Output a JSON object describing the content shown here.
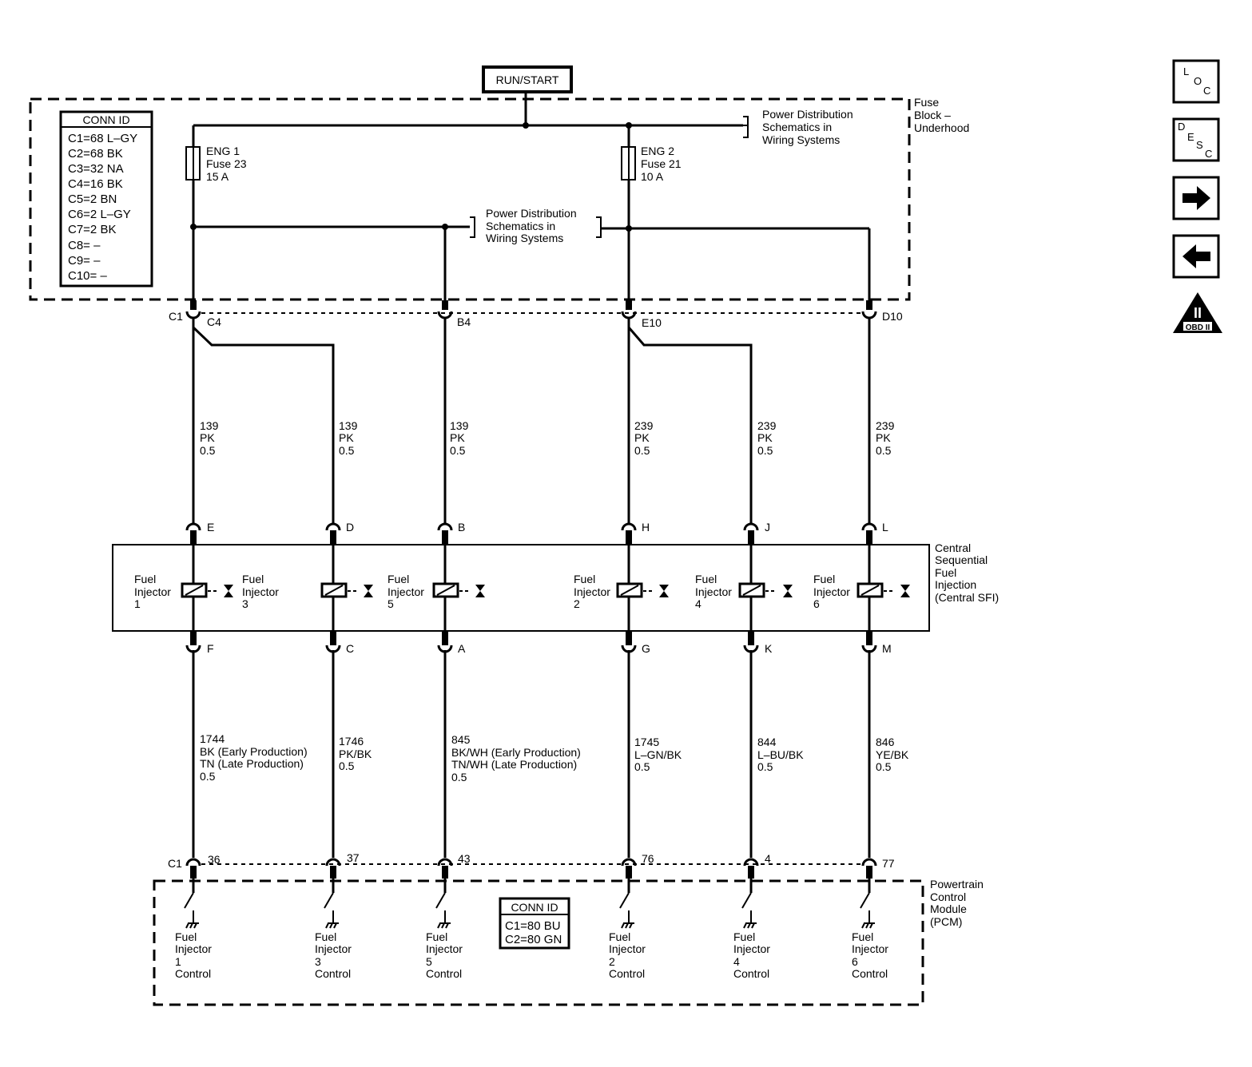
{
  "top_supply": {
    "label": "RUN/START"
  },
  "fuse_block": {
    "name_lines": [
      "Fuse",
      "Block –",
      "Underhood"
    ],
    "conn_id": {
      "title": "CONN ID",
      "rows": [
        "C1=68 L–GY",
        "C2=68 BK",
        "C3=32 NA",
        "C4=16 BK",
        "C5=2 BN",
        "C6=2 L–GY",
        "C7=2 BK",
        "C8= –",
        "C9= –",
        "C10= –"
      ]
    },
    "fuses": [
      {
        "lines": [
          "ENG 1",
          "Fuse 23",
          "15 A"
        ]
      },
      {
        "lines": [
          "ENG 2",
          "Fuse 21",
          "10 A"
        ]
      }
    ],
    "ref_top": [
      "Power Distribution",
      "Schematics in",
      "Wiring Systems"
    ],
    "ref_mid": [
      "Power Distribution",
      "Schematics in",
      "Wiring Systems"
    ],
    "pins": [
      "C1",
      "C4",
      "B4",
      "E10",
      "D10"
    ]
  },
  "upper_wires": [
    {
      "lines": [
        "139",
        "PK",
        "0.5"
      ]
    },
    {
      "lines": [
        "139",
        "PK",
        "0.5"
      ]
    },
    {
      "lines": [
        "139",
        "PK",
        "0.5"
      ]
    },
    {
      "lines": [
        "239",
        "PK",
        "0.5"
      ]
    },
    {
      "lines": [
        "239",
        "PK",
        "0.5"
      ]
    },
    {
      "lines": [
        "239",
        "PK",
        "0.5"
      ]
    }
  ],
  "sfi": {
    "name_lines": [
      "Central",
      "Sequential",
      "Fuel",
      "Injection",
      "(Central SFI)"
    ],
    "top_pins": [
      "E",
      "D",
      "B",
      "H",
      "J",
      "L"
    ],
    "bottom_pins": [
      "F",
      "C",
      "A",
      "G",
      "K",
      "M"
    ],
    "injectors": [
      {
        "lines": [
          "Fuel",
          "Injector",
          "1"
        ]
      },
      {
        "lines": [
          "Fuel",
          "Injector",
          "3"
        ]
      },
      {
        "lines": [
          "Fuel",
          "Injector",
          "5"
        ]
      },
      {
        "lines": [
          "Fuel",
          "Injector",
          "2"
        ]
      },
      {
        "lines": [
          "Fuel",
          "Injector",
          "4"
        ]
      },
      {
        "lines": [
          "Fuel",
          "Injector",
          "6"
        ]
      }
    ]
  },
  "lower_wires": [
    {
      "lines": [
        "1744",
        "BK (Early Production)",
        "TN (Late Production)",
        "0.5"
      ]
    },
    {
      "lines": [
        "1746",
        "PK/BK",
        "0.5"
      ]
    },
    {
      "lines": [
        "845",
        "BK/WH (Early Production)",
        "TN/WH (Late Production)",
        "0.5"
      ]
    },
    {
      "lines": [
        "1745",
        "L–GN/BK",
        "0.5"
      ]
    },
    {
      "lines": [
        "844",
        "L–BU/BK",
        "0.5"
      ]
    },
    {
      "lines": [
        "846",
        "YE/BK",
        "0.5"
      ]
    }
  ],
  "pcm": {
    "name_lines": [
      "Powertrain",
      "Control",
      "Module",
      "(PCM)"
    ],
    "conn_label": "C1",
    "pins": [
      "36",
      "37",
      "43",
      "76",
      "4",
      "77"
    ],
    "conn_id": {
      "title": "CONN ID",
      "rows": [
        "C1=80 BU",
        "C2=80 GN"
      ]
    },
    "controls": [
      {
        "lines": [
          "Fuel",
          "Injector",
          "1",
          "Control"
        ]
      },
      {
        "lines": [
          "Fuel",
          "Injector",
          "3",
          "Control"
        ]
      },
      {
        "lines": [
          "Fuel",
          "Injector",
          "5",
          "Control"
        ]
      },
      {
        "lines": [
          "Fuel",
          "Injector",
          "2",
          "Control"
        ]
      },
      {
        "lines": [
          "Fuel",
          "Injector",
          "4",
          "Control"
        ]
      },
      {
        "lines": [
          "Fuel",
          "Injector",
          "6",
          "Control"
        ]
      }
    ]
  },
  "nav": {
    "loc": [
      "L",
      "O",
      "C"
    ],
    "desc": [
      "D",
      "E",
      "S",
      "C"
    ],
    "next_icon": "arrow-right-icon",
    "prev_icon": "arrow-left-icon",
    "obd_label": "OBD II",
    "obd_mark": "II"
  }
}
